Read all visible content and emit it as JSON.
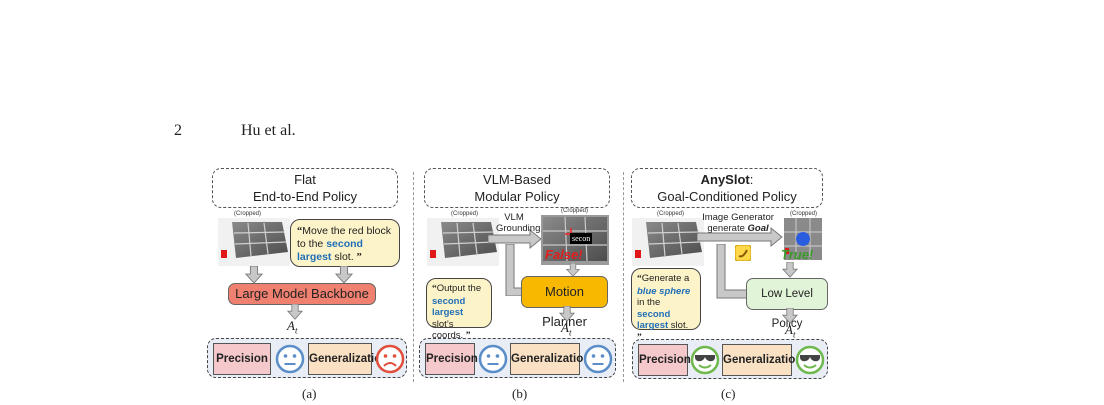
{
  "header": {
    "page_number": "2",
    "authors": "Hu et al."
  },
  "crop_label": "(Cropped)",
  "panels": [
    {
      "title_line1": "Flat",
      "title_line2": "End-to-End Policy",
      "instruction_open": "“",
      "instruction_parts": [
        "Move the red block to the ",
        "second largest",
        " slot. "
      ],
      "instruction_close": "”",
      "module": "Large Model Backbone",
      "action": "A",
      "action_sub": "t",
      "caption": "(a)"
    },
    {
      "title_line1": "VLM-Based",
      "title_line2": "Modular Policy",
      "arrow_label_1": "VLM",
      "arrow_label_2": "Grounding",
      "overlay_text": "secon",
      "false_label": "False!",
      "instruction_open": "“",
      "instruction_parts": [
        "Output the ",
        "second largest",
        " slot’s coords. "
      ],
      "instruction_close": "”",
      "module": "Motion Planner",
      "action": "A",
      "action_sub": "t",
      "caption": "(b)"
    },
    {
      "title_bold": "AnySlot",
      "title_rest": ":",
      "title_line2": "Goal-Conditioned Policy",
      "arrow_label_1": "Image Generator",
      "arrow_label_2": "generate",
      "arrow_label_goal": "Goal",
      "true_label": "True!",
      "instruction_open": "“",
      "instruction_parts": [
        "Generate a ",
        "blue sphere",
        " in the ",
        "second largest",
        " slot. "
      ],
      "instruction_close": "”",
      "module": "Low Level Policy",
      "action": "A",
      "action_sub": "t",
      "caption": "(c)"
    }
  ],
  "evaluation": {
    "precision": "Precision",
    "generalization": "Generalization"
  },
  "colors": {
    "large_model": "#f08070",
    "motion_planner": "#f8b800",
    "low_level": "#e2f4d8",
    "speech": "#fdf3c8",
    "blue_text": "#1f6fb8",
    "neutral_face": "#5a8ec8",
    "sad_face": "#e04e3c",
    "happy_face": "#6fb84e",
    "false_text": "#e01e1e",
    "true_text": "#3a9a2a"
  },
  "icons": [
    "neutral-face-icon",
    "sad-face-icon",
    "cool-face-icon",
    "red-block-icon",
    "blue-sphere-icon",
    "banana-icon",
    "crosshair-icon"
  ]
}
